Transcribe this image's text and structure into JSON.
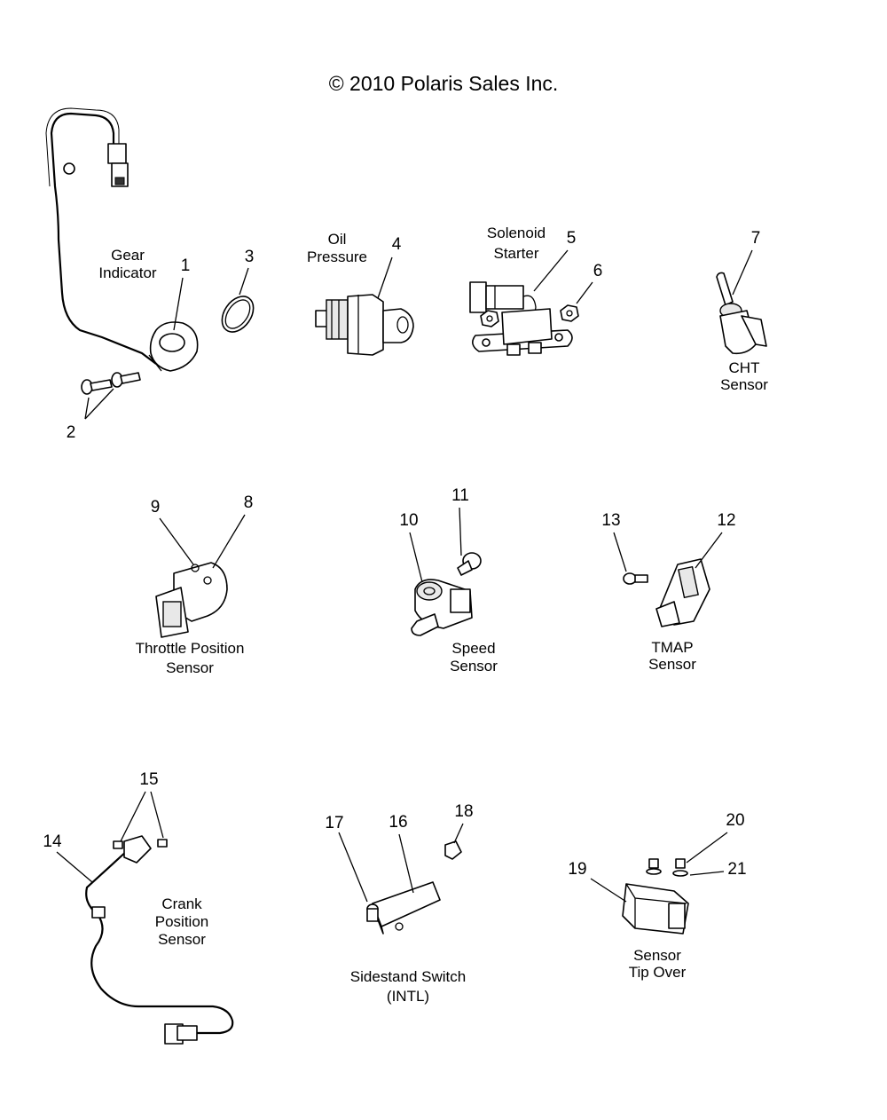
{
  "copyright": "© 2010 Polaris Sales Inc.",
  "labels": {
    "gear_indicator": [
      "Gear",
      "Indicator"
    ],
    "oil_pressure": [
      "Oil",
      "Pressure"
    ],
    "solenoid_starter": [
      "Solenoid",
      "Starter"
    ],
    "cht_sensor": [
      "CHT",
      "Sensor"
    ],
    "throttle_position_sensor": [
      "Throttle Position",
      "Sensor"
    ],
    "speed_sensor": [
      "Speed",
      "Sensor"
    ],
    "tmap_sensor": [
      "TMAP",
      "Sensor"
    ],
    "crank_position_sensor": [
      "Crank",
      "Position",
      "Sensor"
    ],
    "sidestand_switch": [
      "Sidestand Switch",
      "(INTL)"
    ],
    "sensor_tip_over": [
      "Sensor",
      "Tip Over"
    ]
  },
  "callouts": {
    "c1": "1",
    "c2": "2",
    "c3": "3",
    "c4": "4",
    "c5": "5",
    "c6": "6",
    "c7": "7",
    "c8": "8",
    "c9": "9",
    "c10": "10",
    "c11": "11",
    "c12": "12",
    "c13": "13",
    "c14": "14",
    "c15": "15",
    "c16": "16",
    "c17": "17",
    "c18": "18",
    "c19": "19",
    "c20": "20",
    "c21": "21"
  }
}
